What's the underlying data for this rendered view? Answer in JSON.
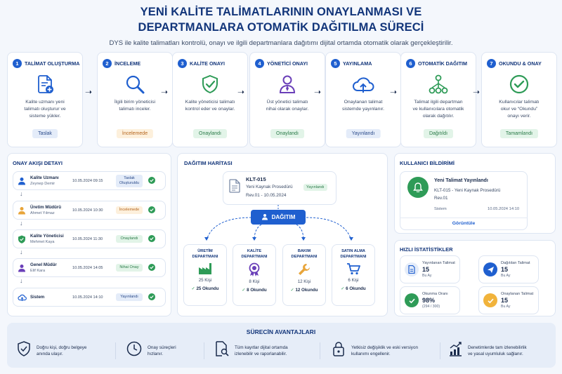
{
  "header": {
    "title_line1": "YENİ KALİTE TALİMATLARININ ONAYLANMASI VE",
    "title_line2": "DEPARTMANLARA OTOMATİK DAĞITILMA SÜRECİ",
    "subtitle": "DYS ile kalite talimatları kontrolü, onayı ve ilgili departmanlara dağıtımı dijital ortamda otomatik olarak gerçekleştirilir."
  },
  "steps": [
    {
      "num": "1",
      "title": "TALİMAT OLUŞTURMA",
      "l1": "Kalite uzmanı yeni",
      "l2": "talimatı oluşturur ve",
      "l3": "sisteme yükler.",
      "badge": "Taslak",
      "icon": "document-add-icon"
    },
    {
      "num": "2",
      "title": "İNCELEME",
      "l1": "İlgili birim yöneticisi",
      "l2": "talimatı inceler.",
      "l3": "",
      "badge": "İncelemede",
      "icon": "magnifier-icon"
    },
    {
      "num": "3",
      "title": "KALİTE ONAYI",
      "l1": "Kalite yöneticisi talimatı",
      "l2": "kontrol eder ve onaylar.",
      "l3": "",
      "badge": "Onaylandı",
      "icon": "shield-check-icon"
    },
    {
      "num": "4",
      "title": "YÖNETİCİ ONAYI",
      "l1": "Üst yönetici talimatı",
      "l2": "nihai olarak onaylar.",
      "l3": "",
      "badge": "Onaylandı",
      "icon": "manager-icon"
    },
    {
      "num": "5",
      "title": "YAYINLAMA",
      "l1": "Onaylanan talimat",
      "l2": "sistemde yayınlanır.",
      "l3": "",
      "badge": "Yayınlandı",
      "icon": "cloud-upload-icon"
    },
    {
      "num": "6",
      "title": "OTOMATİK DAĞITIM",
      "l1": "Talimat ilgili departman",
      "l2": "ve kullanıcılara otomatik",
      "l3": "olarak dağıtılır.",
      "badge": "Dağıtıldı",
      "icon": "network-icon"
    },
    {
      "num": "7",
      "title": "OKUNDU & ONAY",
      "l1": "Kullanıcılar talimatı",
      "l2": "okur ve “Okundu”",
      "l3": "onayı verir.",
      "badge": "Tamamlandı",
      "icon": "check-circle-icon"
    }
  ],
  "flow": {
    "title": "ONAY AKIŞI DETAYI",
    "rows": [
      {
        "name": "Kalite Uzmanı",
        "person": "Zeynep Demir",
        "date": "10.05.2024 09:15",
        "badge": "Taslak Oluşturuldu"
      },
      {
        "name": "Üretim Müdürü",
        "person": "Ahmet Yılmaz",
        "date": "10.05.2024 10:30",
        "badge": "İncelemede"
      },
      {
        "name": "Kalite Yöneticisi",
        "person": "Mehmet Kaya",
        "date": "10.05.2024 11:30",
        "badge": "Onaylandı"
      },
      {
        "name": "Genel Müdür",
        "person": "Elif Kara",
        "date": "10.05.2024 14:05",
        "badge": "Nihai Onay"
      },
      {
        "name": "Sistem",
        "person": "",
        "date": "10.05.2024 14:10",
        "badge": "Yayınlandı"
      }
    ]
  },
  "map": {
    "title": "DAĞITIM HARİTASI",
    "doc_code": "KLT-015",
    "doc_name": "Yeni Kaynak Prosedürü",
    "doc_rev": "Rev.01 - 10.05.2024",
    "doc_badge": "Yayınlandı",
    "dist_label": "DAĞITIM",
    "depts": [
      {
        "l1": "ÜRETİM",
        "l2": "DEPARTMANI",
        "count": "25 Kişi",
        "read": "25 Okundu"
      },
      {
        "l1": "KALİTE",
        "l2": "DEPARTMANI",
        "count": "8 Kişi",
        "read": "8 Okundu"
      },
      {
        "l1": "BAKIM",
        "l2": "DEPARTMANI",
        "count": "12 Kişi",
        "read": "12 Okundu"
      },
      {
        "l1": "SATIN ALMA",
        "l2": "DEPARTMANI",
        "count": "6 Kişi",
        "read": "6 Okundu"
      }
    ]
  },
  "notification": {
    "title": "KULLANICI BİLDİRİMİ",
    "heading": "Yeni Talimat Yayınlandı",
    "line1": "KLT-015 - Yeni Kaynak Prosedürü",
    "line2": "Rev.01",
    "system": "Sistem",
    "date": "10.05.2024 14:10",
    "link": "Görüntüle"
  },
  "stats": {
    "title": "HIZLI İSTATİSTİKLER",
    "items": [
      {
        "label": "Yayınlanan Talimat",
        "value": "15",
        "sub": "Bu Ay"
      },
      {
        "label": "Dağıtılan Talimat",
        "value": "15",
        "sub": "Bu Ay"
      },
      {
        "label": "Okunma Oranı",
        "value": "98%",
        "sub": "(294 / 300)"
      },
      {
        "label": "Onaylanan Talimat",
        "value": "15",
        "sub": "Bu Ay"
      }
    ]
  },
  "advantages": {
    "title": "SÜRECİN AVANTAJLARI",
    "items": [
      {
        "l1": "Doğru kişi, doğru belgeye",
        "l2": "anında ulaşır."
      },
      {
        "l1": "Onay süreçleri",
        "l2": "hızlanır."
      },
      {
        "l1": "Tüm kayıtlar dijital ortamda",
        "l2": "izlenebilir ve raporlanabilir."
      },
      {
        "l1": "Yetkisiz değişiklik ve eski versiyon",
        "l2": "kullanımı engellenir."
      },
      {
        "l1": "Denetimlerde tam izlenebilirlik",
        "l2": "ve yasal uyumluluk sağlanır."
      }
    ]
  }
}
